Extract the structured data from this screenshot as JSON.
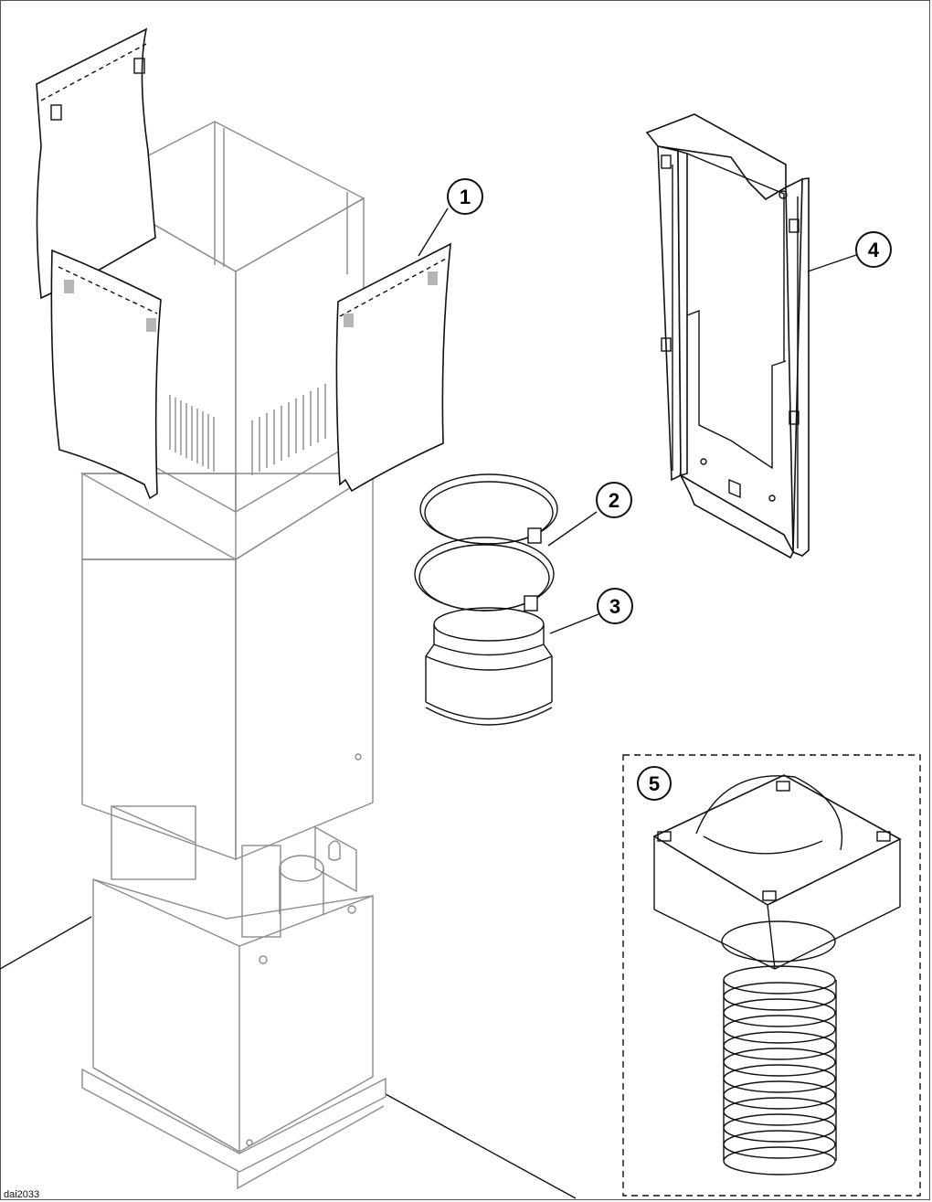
{
  "figure": {
    "code": "dai2033",
    "callouts": [
      {
        "id": "1",
        "text": "1"
      },
      {
        "id": "2",
        "text": "2"
      },
      {
        "id": "3",
        "text": "3"
      },
      {
        "id": "4",
        "text": "4"
      },
      {
        "id": "5",
        "text": "5"
      }
    ],
    "parts": {
      "chimney-cover-sheets": "1",
      "hose-clamps": "2",
      "duct-adapter-ring": "3",
      "mounting-bracket": "4",
      "air-deflector-with-flexible-duct": "5"
    }
  }
}
